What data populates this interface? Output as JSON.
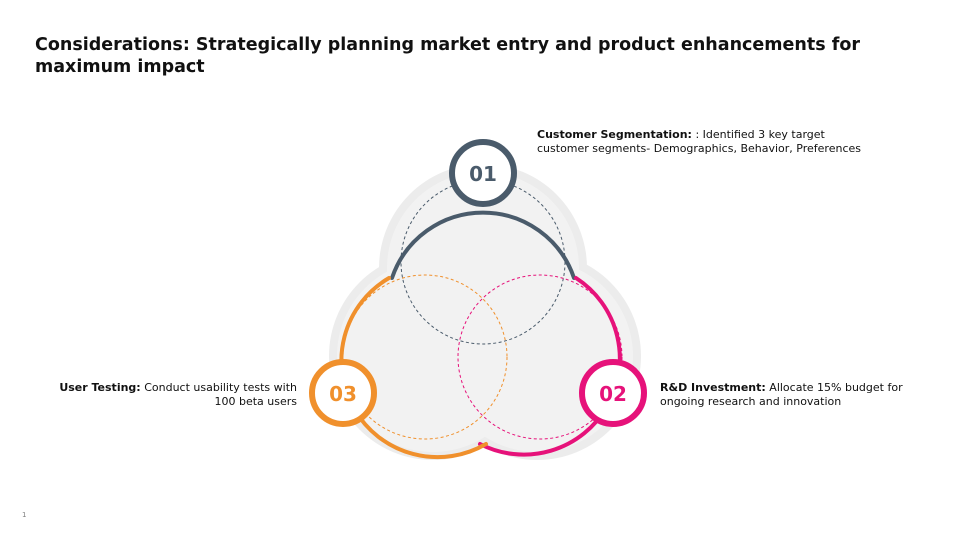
{
  "slide": {
    "title": "Considerations: Strategically planning market entry and product enhancements for maximum impact",
    "page_number": "1"
  },
  "colors": {
    "segment_01": "#4a5b6b",
    "segment_02": "#e6127a",
    "segment_03": "#f0902c",
    "background_shape": "#ececec",
    "inner_fill": "#f2f2f2"
  },
  "items": [
    {
      "number": "01",
      "heading": "Customer Segmentation:",
      "text": ": Identified 3 key target customer segments- Demographics, Behavior, Preferences"
    },
    {
      "number": "02",
      "heading": "R&D Investment:",
      "text": "Allocate 15% budget for ongoing research and innovation"
    },
    {
      "number": "03",
      "heading": "User Testing:",
      "text": "Conduct usability tests with 100 beta users"
    }
  ]
}
